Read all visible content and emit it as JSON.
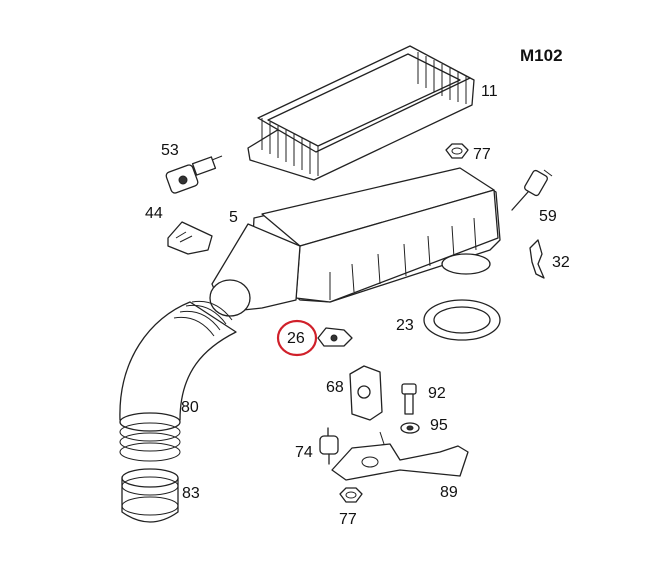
{
  "model_code": "M102",
  "highlighted_part": "26",
  "highlight_color": "#d0202a",
  "parts": [
    {
      "id": "p11",
      "label": "11",
      "icon": "air-filter-element"
    },
    {
      "id": "p77a",
      "label": "77",
      "icon": "nut"
    },
    {
      "id": "p53",
      "label": "53",
      "icon": "sensor-connector"
    },
    {
      "id": "p59",
      "label": "59",
      "icon": "temperature-sensor"
    },
    {
      "id": "p44",
      "label": "44",
      "icon": "label-plate"
    },
    {
      "id": "p5",
      "label": "5",
      "icon": "air-filter-housing"
    },
    {
      "id": "p32",
      "label": "32",
      "icon": "clip"
    },
    {
      "id": "p23",
      "label": "23",
      "icon": "seal-ring"
    },
    {
      "id": "p26",
      "label": "26",
      "icon": "clamp"
    },
    {
      "id": "p68",
      "label": "68",
      "icon": "bracket"
    },
    {
      "id": "p92",
      "label": "92",
      "icon": "bolt"
    },
    {
      "id": "p95",
      "label": "95",
      "icon": "washer"
    },
    {
      "id": "p80",
      "label": "80",
      "icon": "intake-hose"
    },
    {
      "id": "p74",
      "label": "74",
      "icon": "rubber-mount"
    },
    {
      "id": "p89",
      "label": "89",
      "icon": "support-bracket"
    },
    {
      "id": "p83",
      "label": "83",
      "icon": "hose-sleeve"
    },
    {
      "id": "p77b",
      "label": "77",
      "icon": "nut"
    }
  ]
}
